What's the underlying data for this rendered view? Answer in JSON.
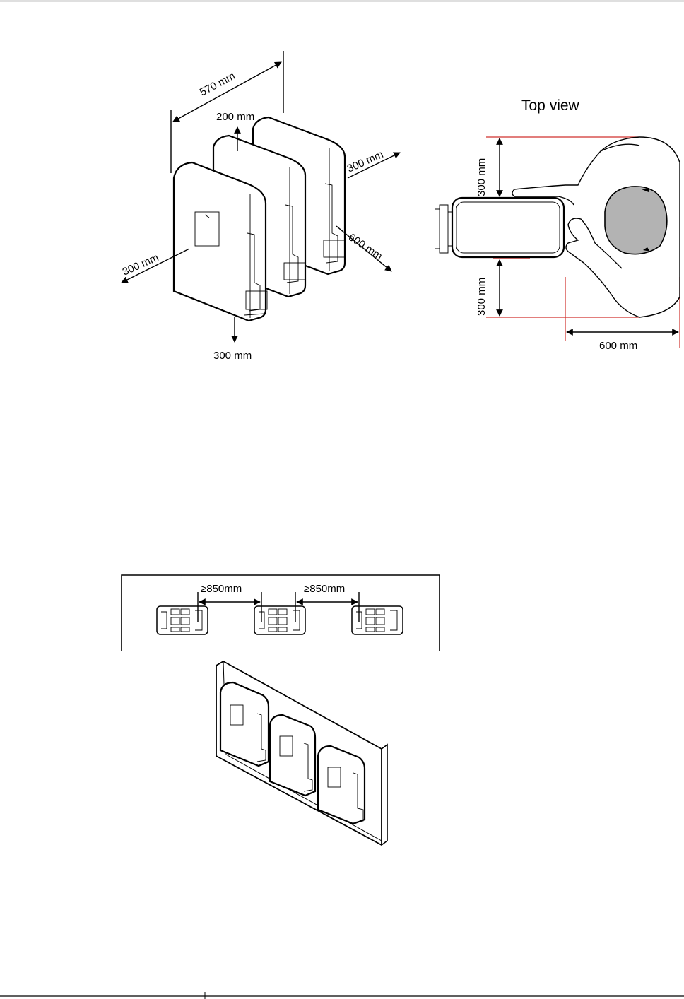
{
  "figure_top": {
    "dim_width": "570 mm",
    "dim_top": "200 mm",
    "dim_rear": "300 mm",
    "dim_front": "600 mm",
    "dim_left": "300 mm",
    "dim_bottom": "300 mm"
  },
  "figure_topview": {
    "title": "Top view",
    "dim_upper": "300 mm",
    "dim_lower": "300 mm",
    "dim_front": "600 mm"
  },
  "figure_wall": {
    "spacing_left": "≥850mm",
    "spacing_right": "≥850mm"
  },
  "colors": {
    "clearance_line": "#d0312d",
    "head_fill": "#b3b3b3"
  }
}
